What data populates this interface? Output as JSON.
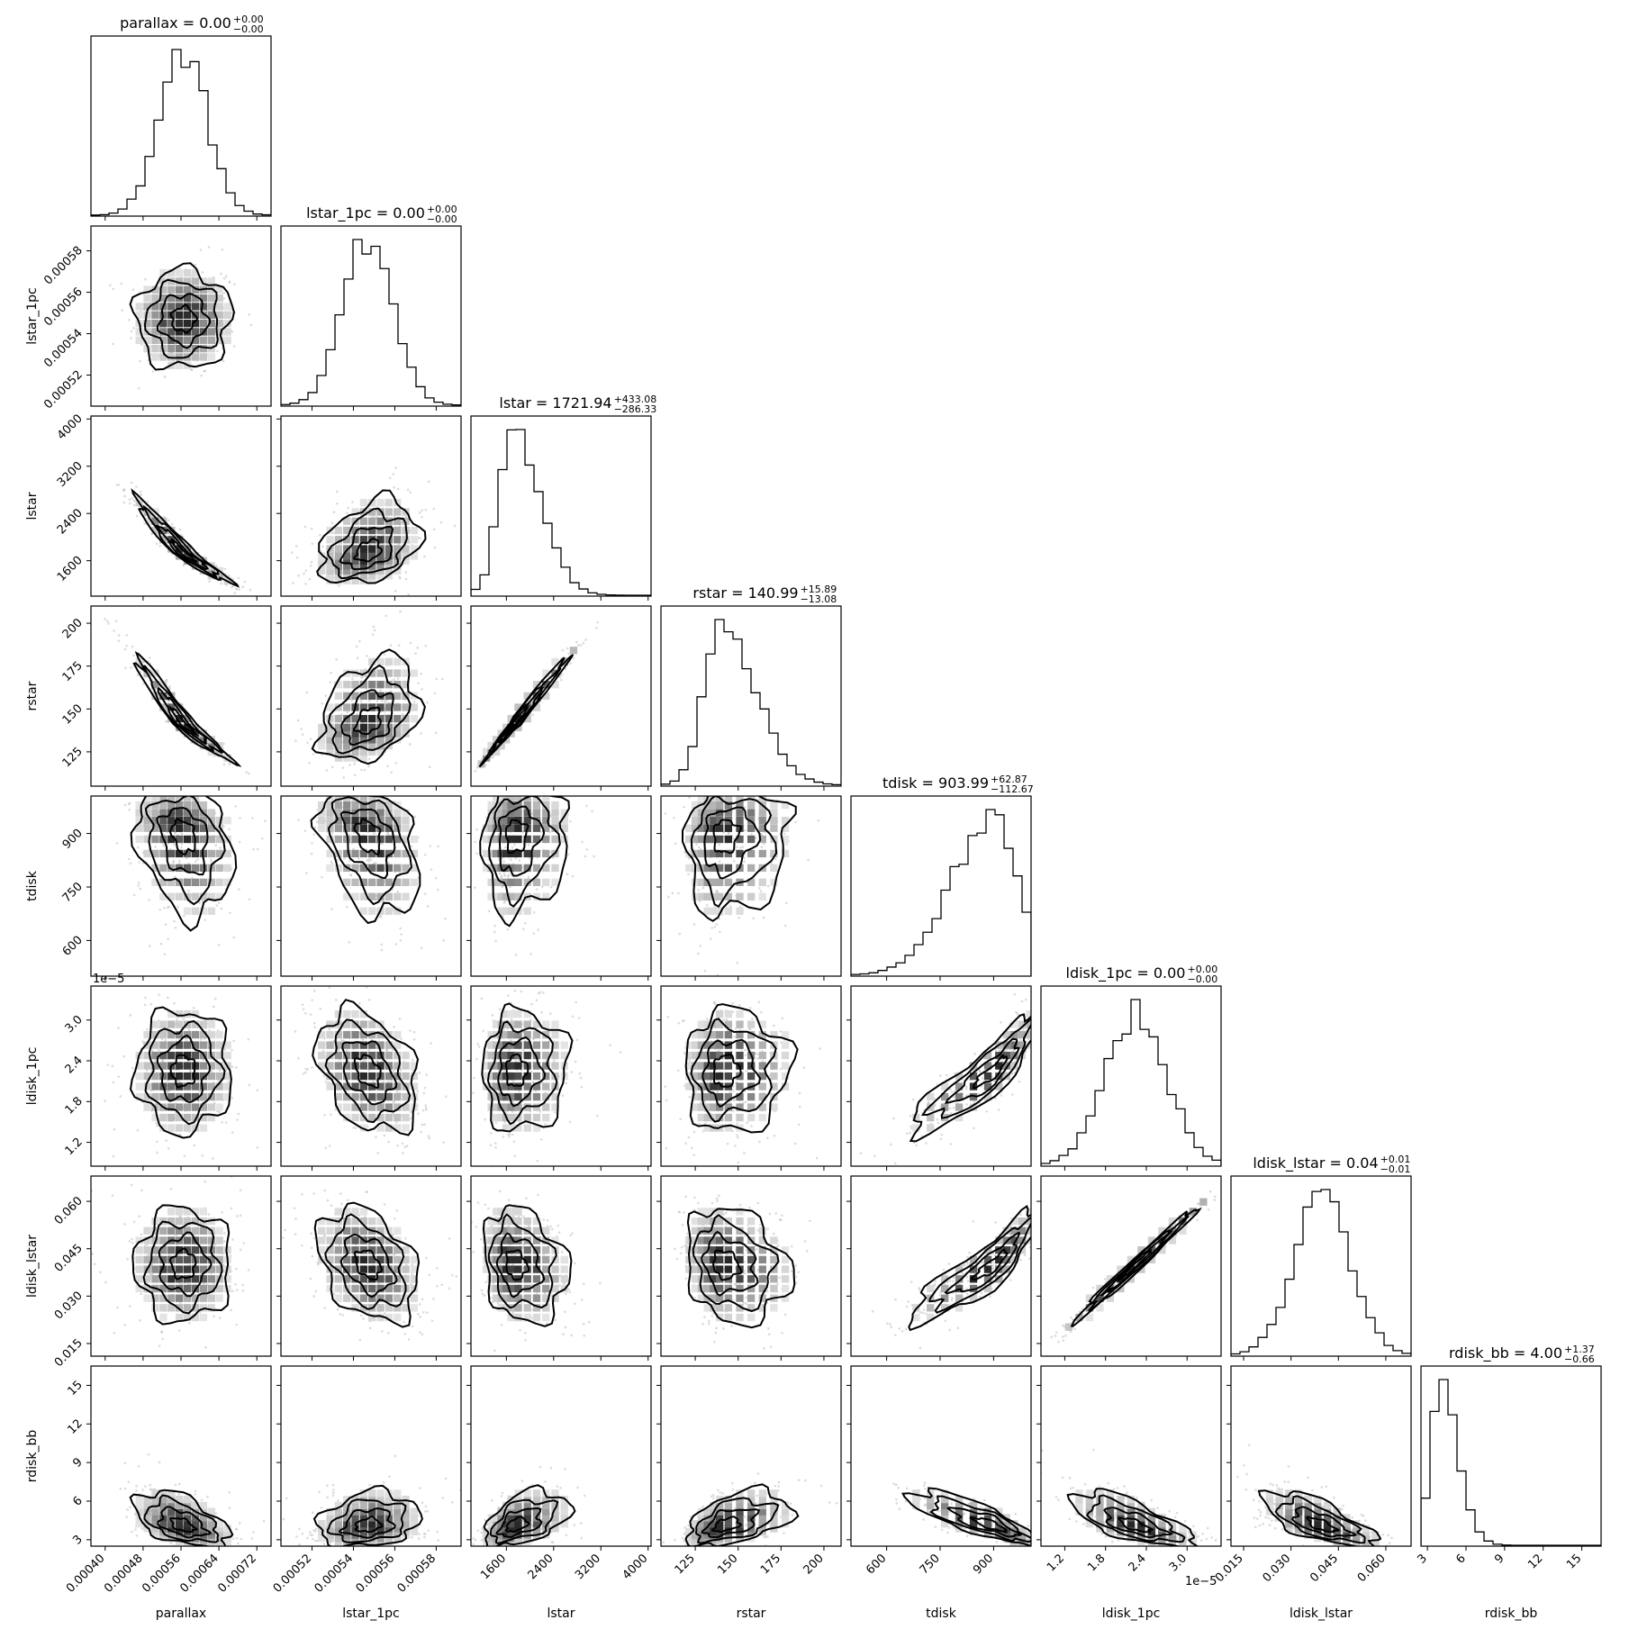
{
  "chart_data": {
    "type": "corner",
    "params": [
      {
        "name": "parallax",
        "ticks": [
          0.0004,
          0.00048,
          0.00056,
          0.00064,
          0.00072
        ],
        "tick_labels": [
          "0.00040",
          "0.00048",
          "0.00056",
          "0.00064",
          "0.00072"
        ],
        "lim": [
          0.00037,
          0.00075
        ],
        "median": 0.000565,
        "sd": 5e-05,
        "skew": 0,
        "title": {
          "text": "parallax = 0.00",
          "up": "+0.00",
          "down": "−0.00"
        }
      },
      {
        "name": "lstar_1pc",
        "ticks": [
          0.00052,
          0.00054,
          0.00056,
          0.00058
        ],
        "tick_labels": [
          "0.00052",
          "0.00054",
          "0.00056",
          "0.00058"
        ],
        "lim": [
          0.000505,
          0.000592
        ],
        "median": 0.000547,
        "sd": 1.2e-05,
        "skew": 0,
        "title": {
          "text": "lstar_1pc = 0.00",
          "up": "+0.00",
          "down": "−0.00"
        }
      },
      {
        "name": "lstar",
        "ticks": [
          1600,
          2400,
          3200,
          4000
        ],
        "tick_labels": [
          "1600",
          "2400",
          "3200",
          "4000"
        ],
        "lim": [
          1000,
          4050
        ],
        "median": 1721.94,
        "sd": 330,
        "skew": 1,
        "title": {
          "text": "lstar = 1721.94",
          "up": "+433.08",
          "down": "−286.33"
        }
      },
      {
        "name": "rstar",
        "ticks": [
          125,
          150,
          175,
          200
        ],
        "tick_labels": [
          "125",
          "150",
          "175",
          "200"
        ],
        "lim": [
          105,
          210
        ],
        "median": 140.99,
        "sd": 14,
        "skew": 1,
        "title": {
          "text": "rstar = 140.99",
          "up": "+15.89",
          "down": "−13.08"
        }
      },
      {
        "name": "tdisk",
        "ticks": [
          600,
          750,
          900
        ],
        "tick_labels": [
          "600",
          "750",
          "900"
        ],
        "lim": [
          500,
          1005
        ],
        "median": 903.99,
        "sd": 85,
        "skew": -1,
        "title": {
          "text": "tdisk = 903.99",
          "up": "+62.87",
          "down": "−112.67"
        }
      },
      {
        "name": "ldisk_1pc",
        "ticks": [
          1.2e-05,
          1.8e-05,
          2.4e-05,
          3e-05
        ],
        "tick_labels": [
          "1.2",
          "1.8",
          "2.4",
          "3.0"
        ],
        "lim": [
          8.5e-06,
          3.5e-05
        ],
        "median": 2.25e-05,
        "sd": 4.5e-06,
        "skew": 0,
        "title": {
          "text": "ldisk_1pc = 0.00",
          "up": "+0.00",
          "down": "−0.00"
        },
        "offset": "1e−5"
      },
      {
        "name": "ldisk_lstar",
        "ticks": [
          0.015,
          0.03,
          0.045,
          0.06
        ],
        "tick_labels": [
          "0.015",
          "0.030",
          "0.045",
          "0.060"
        ],
        "lim": [
          0.011,
          0.068
        ],
        "median": 0.04,
        "sd": 0.009,
        "skew": 0,
        "title": {
          "text": "ldisk_lstar = 0.04",
          "up": "+0.01",
          "down": "−0.01"
        }
      },
      {
        "name": "rdisk_bb",
        "ticks": [
          3,
          6,
          9,
          12,
          15
        ],
        "tick_labels": [
          "3",
          "6",
          "9",
          "12",
          "15"
        ],
        "lim": [
          2.5,
          16.5
        ],
        "median": 4.0,
        "sd": 1.0,
        "skew": 1,
        "title": {
          "text": "rdisk_bb = 4.00",
          "up": "+1.37",
          "down": "−0.66"
        }
      }
    ],
    "correlations": [
      [
        1,
        0,
        -0.97,
        -0.97,
        -0.25,
        0,
        0,
        -0.5
      ],
      [
        0,
        1,
        0.35,
        0.35,
        -0.35,
        -0.35,
        -0.35,
        0.2
      ],
      [
        -0.97,
        0.35,
        1,
        0.99,
        0.1,
        0.05,
        -0.2,
        0.5
      ],
      [
        -0.97,
        0.35,
        0.99,
        1,
        0.1,
        0.05,
        -0.2,
        0.5
      ],
      [
        -0.25,
        -0.35,
        0.1,
        0.1,
        1,
        0.9,
        0.9,
        -0.85
      ],
      [
        0,
        -0.35,
        0.05,
        0.05,
        0.9,
        1,
        0.99,
        -0.7
      ],
      [
        0,
        -0.35,
        -0.2,
        -0.2,
        0.9,
        0.99,
        1,
        -0.7
      ],
      [
        -0.5,
        0.2,
        0.5,
        0.5,
        -0.85,
        -0.7,
        -0.7,
        1
      ]
    ]
  }
}
